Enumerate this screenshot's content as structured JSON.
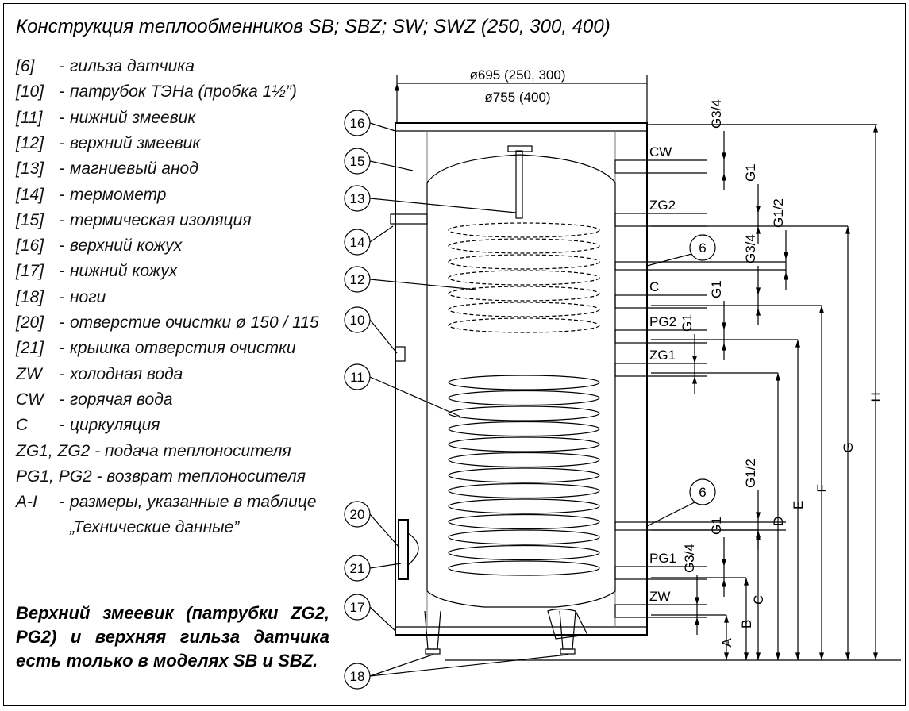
{
  "title": "Конструкция теплообменников SB; SBZ; SW; SWZ (250, 300, 400)",
  "legend": [
    {
      "key": "[6]",
      "desc": "гильза датчика"
    },
    {
      "key": "[10]",
      "desc": "патрубок ТЭНа (пробка 1½”)"
    },
    {
      "key": "[11]",
      "desc": "нижний змеевик"
    },
    {
      "key": "[12]",
      "desc": "верхний змеевик"
    },
    {
      "key": "[13]",
      "desc": "магниевый анод"
    },
    {
      "key": "[14]",
      "desc": "термометр"
    },
    {
      "key": "[15]",
      "desc": "термическая изоляция"
    },
    {
      "key": "[16]",
      "desc": "верхний кожух"
    },
    {
      "key": "[17]",
      "desc": "нижний кожух"
    },
    {
      "key": "[18]",
      "desc": "ноги"
    },
    {
      "key": "[20]",
      "desc": "отверстие очистки ø 150 / 115"
    },
    {
      "key": "[21]",
      "desc": "крышка отверстия очистки"
    },
    {
      "key": "ZW",
      "desc": "холодная вода"
    },
    {
      "key": "CW",
      "desc": "горячая вода"
    },
    {
      "key": "C",
      "desc": "циркуляция"
    }
  ],
  "legend_long": [
    "ZG1, ZG2 - подача теплоносителя",
    "PG1, PG2 - возврат теплоносителя"
  ],
  "legend_ai": {
    "key": "A-I",
    "desc": "размеры, указанные в таблице",
    "desc2": "„Технические данные”"
  },
  "note": "Верхний змеевик (патрубки ZG2, PG2) и верхняя гильза датчика есть только в моделях SB и SBZ.",
  "diameter": {
    "line1": "ø695 (250, 300)",
    "line2": "ø755 (400)"
  },
  "callouts": [
    "16",
    "15",
    "13",
    "14",
    "12",
    "10",
    "11",
    "20",
    "21",
    "17",
    "18",
    "6",
    "6"
  ],
  "connections": [
    "CW",
    "ZG2",
    "C",
    "PG2",
    "ZG1",
    "PG1",
    "ZW"
  ],
  "threads": [
    "G3/4",
    "G1",
    "G1/2",
    "G3/4",
    "G1",
    "G1",
    "G1/2",
    "G1",
    "G3/4"
  ],
  "dimensions": [
    "H",
    "G",
    "F",
    "E",
    "D",
    "C",
    "B",
    "A"
  ]
}
